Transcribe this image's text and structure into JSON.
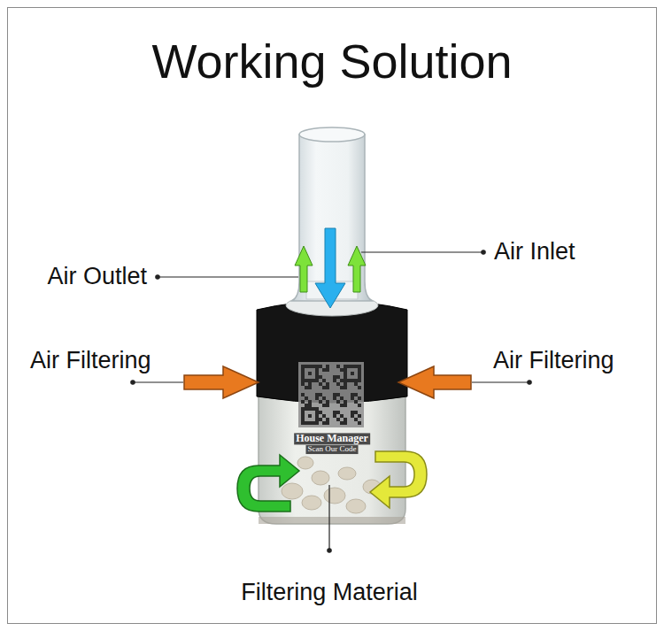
{
  "diagram": {
    "title": "Working Solution",
    "labels": [
      "Air Inlet",
      "Air Outlet",
      "Air Filtering",
      "Air Filtering",
      "House Manager",
      "Scan Our Code",
      "Filtering Material"
    ]
  }
}
